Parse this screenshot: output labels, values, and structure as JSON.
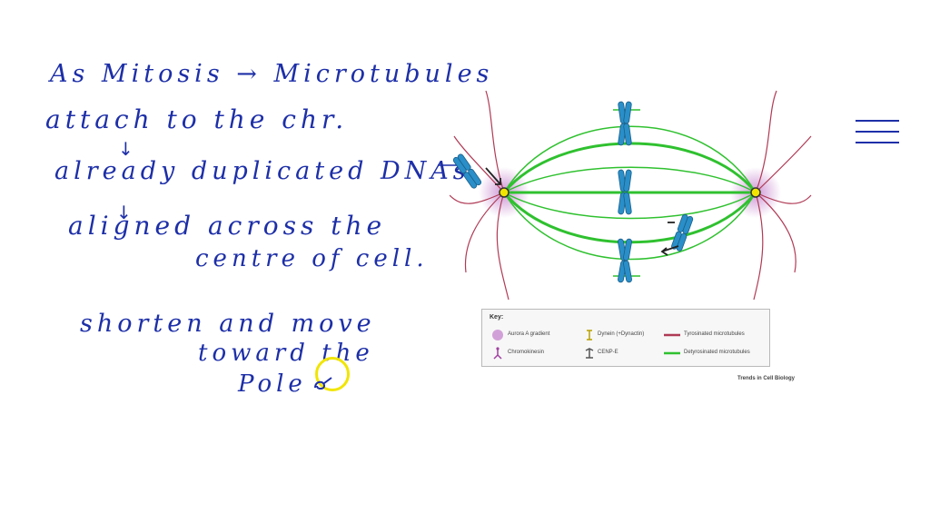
{
  "notes": {
    "line1": "As Mitosis → Microtubules",
    "line2": "attach to the chr.",
    "line3": "already duplicated DNAs",
    "line4": "aligned across the",
    "line5": "centre of cell.",
    "line6": "shorten and move",
    "line7": "toward the",
    "line8": "Pole",
    "down_arrow": "↓"
  },
  "key": {
    "title": "Key:",
    "items": [
      {
        "label": "Aurora A gradient"
      },
      {
        "label": "Chromokinesin"
      },
      {
        "label": "Dynein (+Dynactin)"
      },
      {
        "label": "CENP-E"
      },
      {
        "label": "Tyrosinated microtubules"
      },
      {
        "label": "Detyrosinated microtubules"
      }
    ]
  },
  "source": "Trends in Cell Biology",
  "colors": {
    "ink": "#1d2fa8",
    "detyrosinated": "#2fc12f",
    "tyrosinated": "#b03a55",
    "chromosome": "#2a8fc8",
    "aurora": "#c88ad0",
    "highlight": "#f1e500"
  },
  "icons": {
    "menu": "hamburger-menu-icon"
  }
}
